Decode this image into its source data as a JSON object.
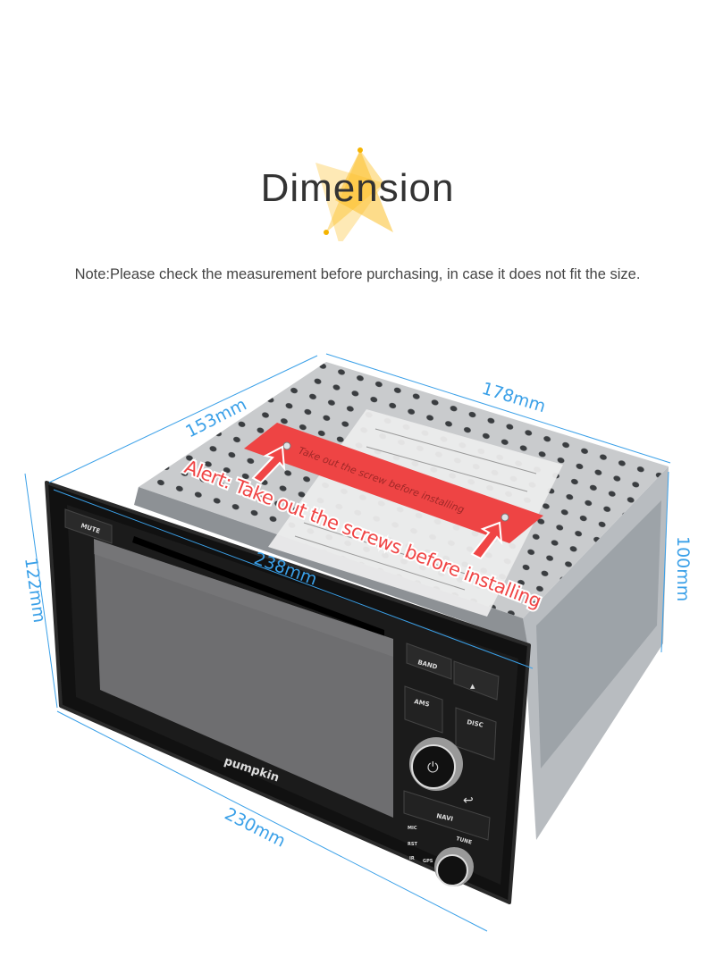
{
  "header": {
    "title": "Dimension",
    "note": "Note:Please check the measurement before purchasing, in case it does not fit the size."
  },
  "dimensions": {
    "depth": "153mm",
    "top_width": "178mm",
    "height_chassis": "100mm",
    "height_front": "122mm",
    "width_front_top": "238mm",
    "width_front_bottom": "230mm"
  },
  "alert": {
    "callout": "Alert: Take out the screws before installing",
    "sticker": "Take out the screw before installing"
  },
  "device": {
    "brand": "pumpkin",
    "buttons": {
      "mute": "MUTE",
      "band": "BAND",
      "ams": "AMS",
      "disc": "DISC",
      "navi": "NAVI",
      "tune": "TUNE",
      "mic": "MIC",
      "rst": "RST",
      "ir": "IR",
      "gps": "GPS"
    }
  },
  "colors": {
    "dimension_line": "#3aa0e8",
    "alert_red": "#f04545",
    "logo_yellow": "#fcc02a"
  }
}
